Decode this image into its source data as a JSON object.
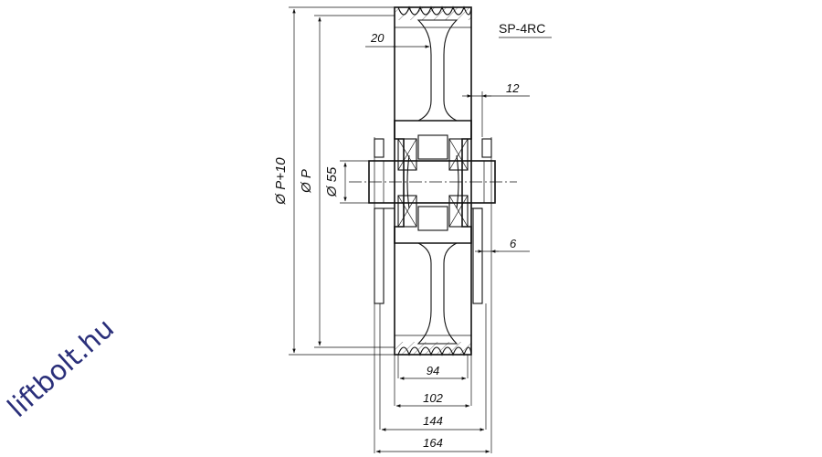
{
  "drawing": {
    "model": "SP-4RC",
    "dimensions": {
      "outer_dia": "Ø P+10",
      "pitch_dia": "Ø P",
      "shaft_dia": "Ø 55",
      "rim_offset": "20",
      "hub_gap": "12",
      "plate_thickness": "6",
      "groove_width": "94",
      "rim_width": "102",
      "plates_width": "144",
      "total_width": "164"
    },
    "watermark": "liftbolt.hu"
  }
}
